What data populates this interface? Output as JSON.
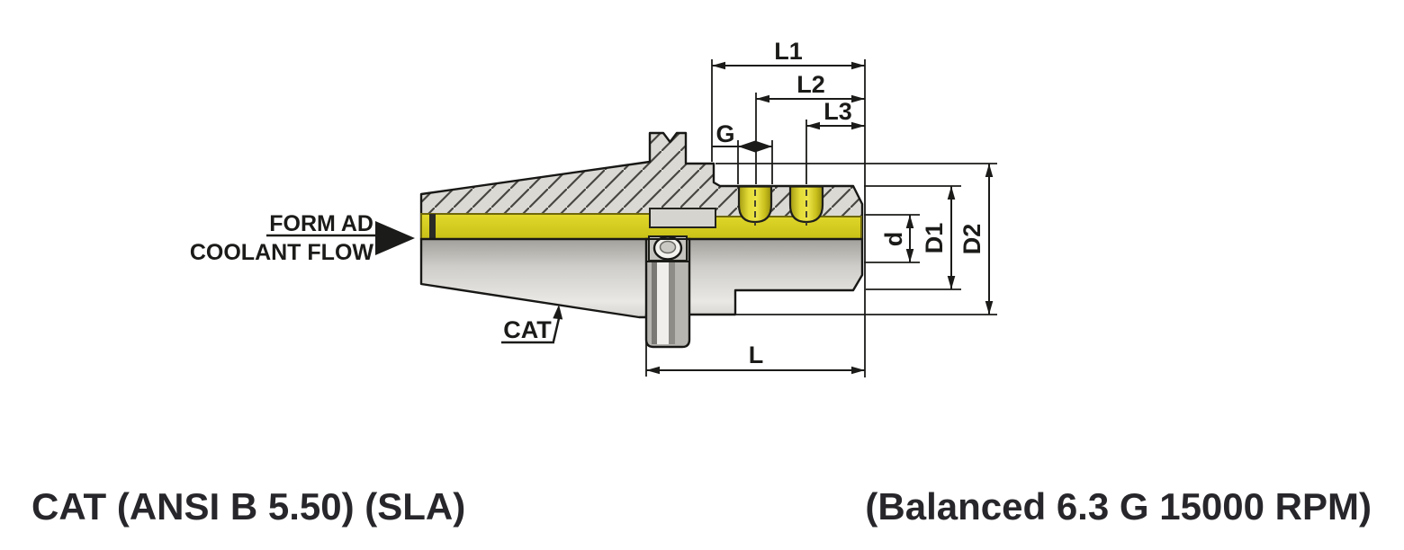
{
  "drawing": {
    "dim_labels": {
      "l1": "L1",
      "l2": "L2",
      "l3": "L3",
      "g": "G",
      "l": "L",
      "d": "d",
      "d1": "D1",
      "d2": "D2"
    },
    "callouts": {
      "form_ad": "FORM AD",
      "coolant_flow": "COOLANT FLOW",
      "taper": "CAT"
    }
  },
  "captions": {
    "left": "CAT (ANSI B 5.50) (SLA)",
    "right": "(Balanced 6.3 G 15000 RPM)"
  },
  "colors": {
    "accent_yellow": "#d5cc20",
    "part_fill": "#d9d7d2",
    "line_color": "#1b1b19",
    "caption_color": "#27272b"
  }
}
